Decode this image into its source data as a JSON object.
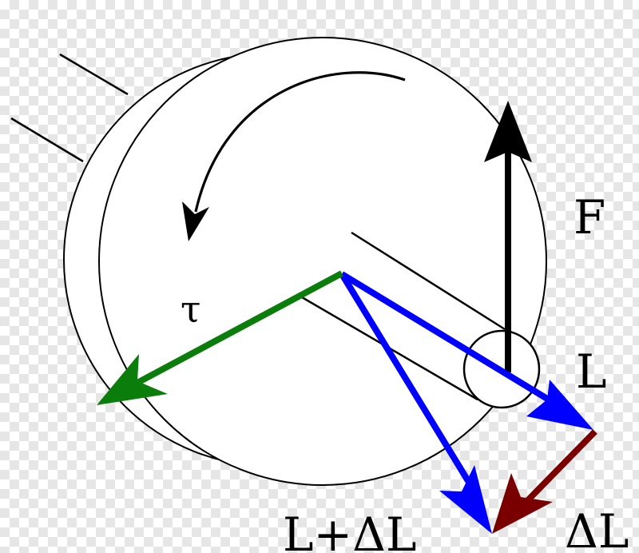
{
  "labels": {
    "torque": "τ",
    "force": "F",
    "angular_momentum": "L",
    "new_momentum": "L+ΔL",
    "delta_momentum": "ΔL"
  },
  "colors": {
    "torque_arrow": "#0a7d0a",
    "momentum_arrow": "#0000ff",
    "delta_arrow": "#7a0000",
    "force_arrow": "#000000",
    "outline": "#000000",
    "wheel_fill": "#ffffff"
  }
}
